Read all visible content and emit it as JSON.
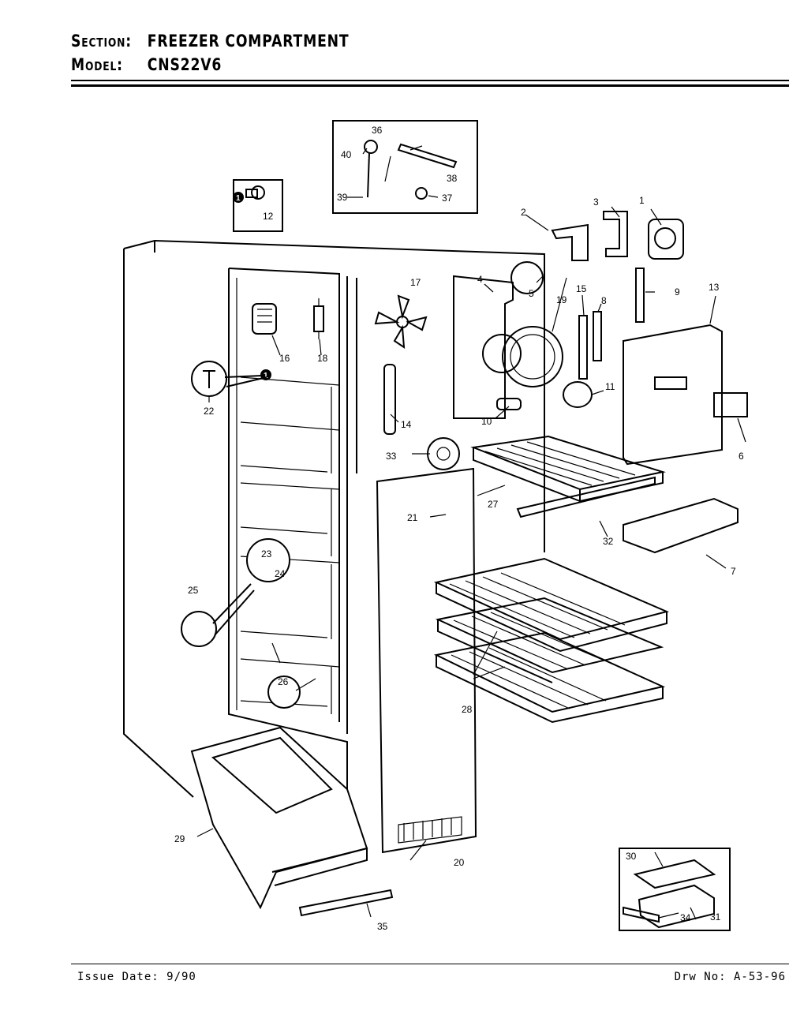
{
  "header": {
    "section_key": "Section:",
    "section_value": "FREEZER COMPARTMENT",
    "model_key": "Model:",
    "model_value": "CNS22V6"
  },
  "footer": {
    "issue_date": "Issue Date: 9/90",
    "drawing_no": "Drw No: A-53-96"
  },
  "callouts": {
    "c1": "1",
    "c2": "2",
    "c3": "3",
    "c4": "4",
    "c5": "5",
    "c6": "6",
    "c7": "7",
    "c8": "8",
    "c9": "9",
    "c10": "10",
    "c11": "11",
    "c12": "12",
    "c13": "13",
    "c14": "14",
    "c15": "15",
    "c16": "16",
    "c17": "17",
    "c18": "18",
    "c19": "19",
    "c20": "20",
    "c21": "21",
    "c22": "22",
    "c23": "23",
    "c24": "24",
    "c25": "25",
    "c26": "26",
    "c27": "27",
    "c28": "28",
    "c29": "29",
    "c30": "30",
    "c31": "31",
    "c32": "32",
    "c33": "33",
    "c34": "34",
    "c35": "35",
    "c36": "36",
    "c37": "37",
    "c38": "38",
    "c39": "39",
    "c40": "40"
  },
  "badge_number": "1"
}
